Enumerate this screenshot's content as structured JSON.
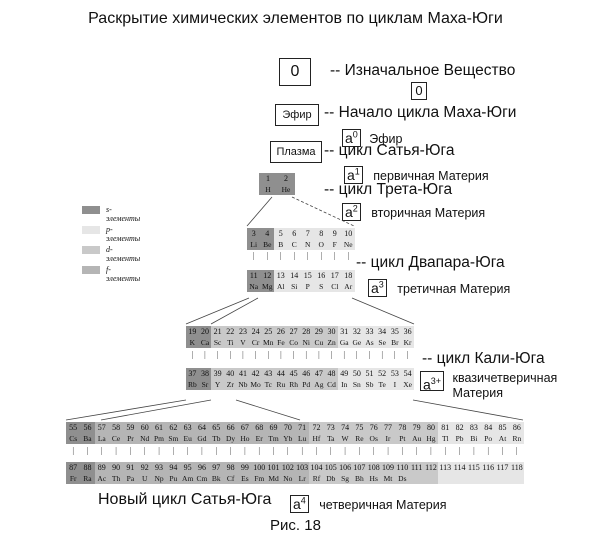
{
  "title": "Раскрытие химических элементов по циклам Маха-Юги",
  "caption": "Рис. 18",
  "legend": [
    "s-элементы",
    "p-элементы",
    "d-элементы",
    "f-элементы"
  ],
  "top_box_zero": "0",
  "label_initial_substance": "-- Изначальное Вещество",
  "box_zero_small": "0",
  "box_ether": "Эфир",
  "label_cycle_start": "-- Начало цикла Маха-Юги",
  "a0": {
    "base": "a",
    "sup": "0",
    "text": "Эфир"
  },
  "box_plasma": "Плазма",
  "label_satya": "-- цикл Сатья-Юга",
  "a1": {
    "base": "a",
    "sup": "1",
    "text": "первичная Материя"
  },
  "label_treta": "-- цикл Трета-Юга",
  "a2": {
    "base": "a",
    "sup": "2",
    "text": "вторичная Материя"
  },
  "label_dvapara": "-- цикл Двапара-Юга",
  "a3": {
    "base": "a",
    "sup": "3",
    "text": "третичная Материя"
  },
  "label_kali": "-- цикл Кали-Юга",
  "a3p": {
    "base": "a",
    "sup": "3+",
    "text1": "квазичетверичная",
    "text2": "Материя"
  },
  "label_new_satya": "Новый цикл Сатья-Юга",
  "a4": {
    "base": "a",
    "sup": "4",
    "text": "четверичная Материя"
  },
  "table": {
    "h": {
      "nums": [
        "1",
        "2"
      ],
      "syms": [
        "H",
        "He"
      ]
    },
    "p2": {
      "nums": [
        "3",
        "4",
        "5",
        "6",
        "7",
        "8",
        "9",
        "10"
      ],
      "syms": [
        "Li",
        "Be",
        "B",
        "C",
        "N",
        "O",
        "F",
        "Ne"
      ]
    },
    "p3": {
      "nums": [
        "11",
        "12",
        "13",
        "14",
        "15",
        "16",
        "17",
        "18"
      ],
      "syms": [
        "Na",
        "Mg",
        "Al",
        "Si",
        "P",
        "S",
        "Cl",
        "Ar"
      ]
    },
    "p4": {
      "nums": [
        "19",
        "20",
        "21",
        "22",
        "23",
        "24",
        "25",
        "26",
        "27",
        "28",
        "29",
        "30",
        "31",
        "32",
        "33",
        "34",
        "35",
        "36"
      ],
      "syms": [
        "K",
        "Ca",
        "Sc",
        "Ti",
        "V",
        "Cr",
        "Mn",
        "Fe",
        "Co",
        "Ni",
        "Cu",
        "Zn",
        "Ga",
        "Ge",
        "As",
        "Se",
        "Br",
        "Kr"
      ]
    },
    "p5": {
      "nums": [
        "37",
        "38",
        "39",
        "40",
        "41",
        "42",
        "43",
        "44",
        "45",
        "46",
        "47",
        "48",
        "49",
        "50",
        "51",
        "52",
        "53",
        "54"
      ],
      "syms": [
        "Rb",
        "Sr",
        "Y",
        "Zr",
        "Nb",
        "Mo",
        "Tc",
        "Ru",
        "Rh",
        "Pd",
        "Ag",
        "Cd",
        "In",
        "Sn",
        "Sb",
        "Te",
        "I",
        "Xe"
      ]
    },
    "p6": {
      "nums": [
        "55",
        "56",
        "57",
        "58",
        "59",
        "60",
        "61",
        "62",
        "63",
        "64",
        "65",
        "66",
        "67",
        "68",
        "69",
        "70",
        "71",
        "72",
        "73",
        "74",
        "75",
        "76",
        "77",
        "78",
        "79",
        "80",
        "81",
        "82",
        "83",
        "84",
        "85",
        "86"
      ],
      "syms": [
        "Cs",
        "Ba",
        "La",
        "Ce",
        "Pr",
        "Nd",
        "Pm",
        "Sm",
        "Eu",
        "Gd",
        "Tb",
        "Dy",
        "Ho",
        "Er",
        "Tm",
        "Yb",
        "Lu",
        "Hf",
        "Ta",
        "W",
        "Re",
        "Os",
        "Ir",
        "Pt",
        "Au",
        "Hg",
        "Tl",
        "Pb",
        "Bi",
        "Po",
        "At",
        "Rn"
      ]
    },
    "p7": {
      "nums": [
        "87",
        "88",
        "89",
        "90",
        "91",
        "92",
        "93",
        "94",
        "95",
        "96",
        "97",
        "98",
        "99",
        "100",
        "101",
        "102",
        "103",
        "104",
        "105",
        "106",
        "107",
        "108",
        "109",
        "110",
        "111",
        "112",
        "113",
        "114",
        "115",
        "116",
        "117",
        "118"
      ],
      "syms": [
        "Fr",
        "Ra",
        "Ac",
        "Th",
        "Pa",
        "U",
        "Np",
        "Pu",
        "Am",
        "Cm",
        "Bk",
        "Cf",
        "Es",
        "Fm",
        "Md",
        "No",
        "Lr",
        "Rf",
        "Db",
        "Sg",
        "Bh",
        "Hs",
        "Mt",
        "Ds",
        "",
        "",
        "",
        "",
        "",
        "",
        "",
        ""
      ]
    }
  }
}
